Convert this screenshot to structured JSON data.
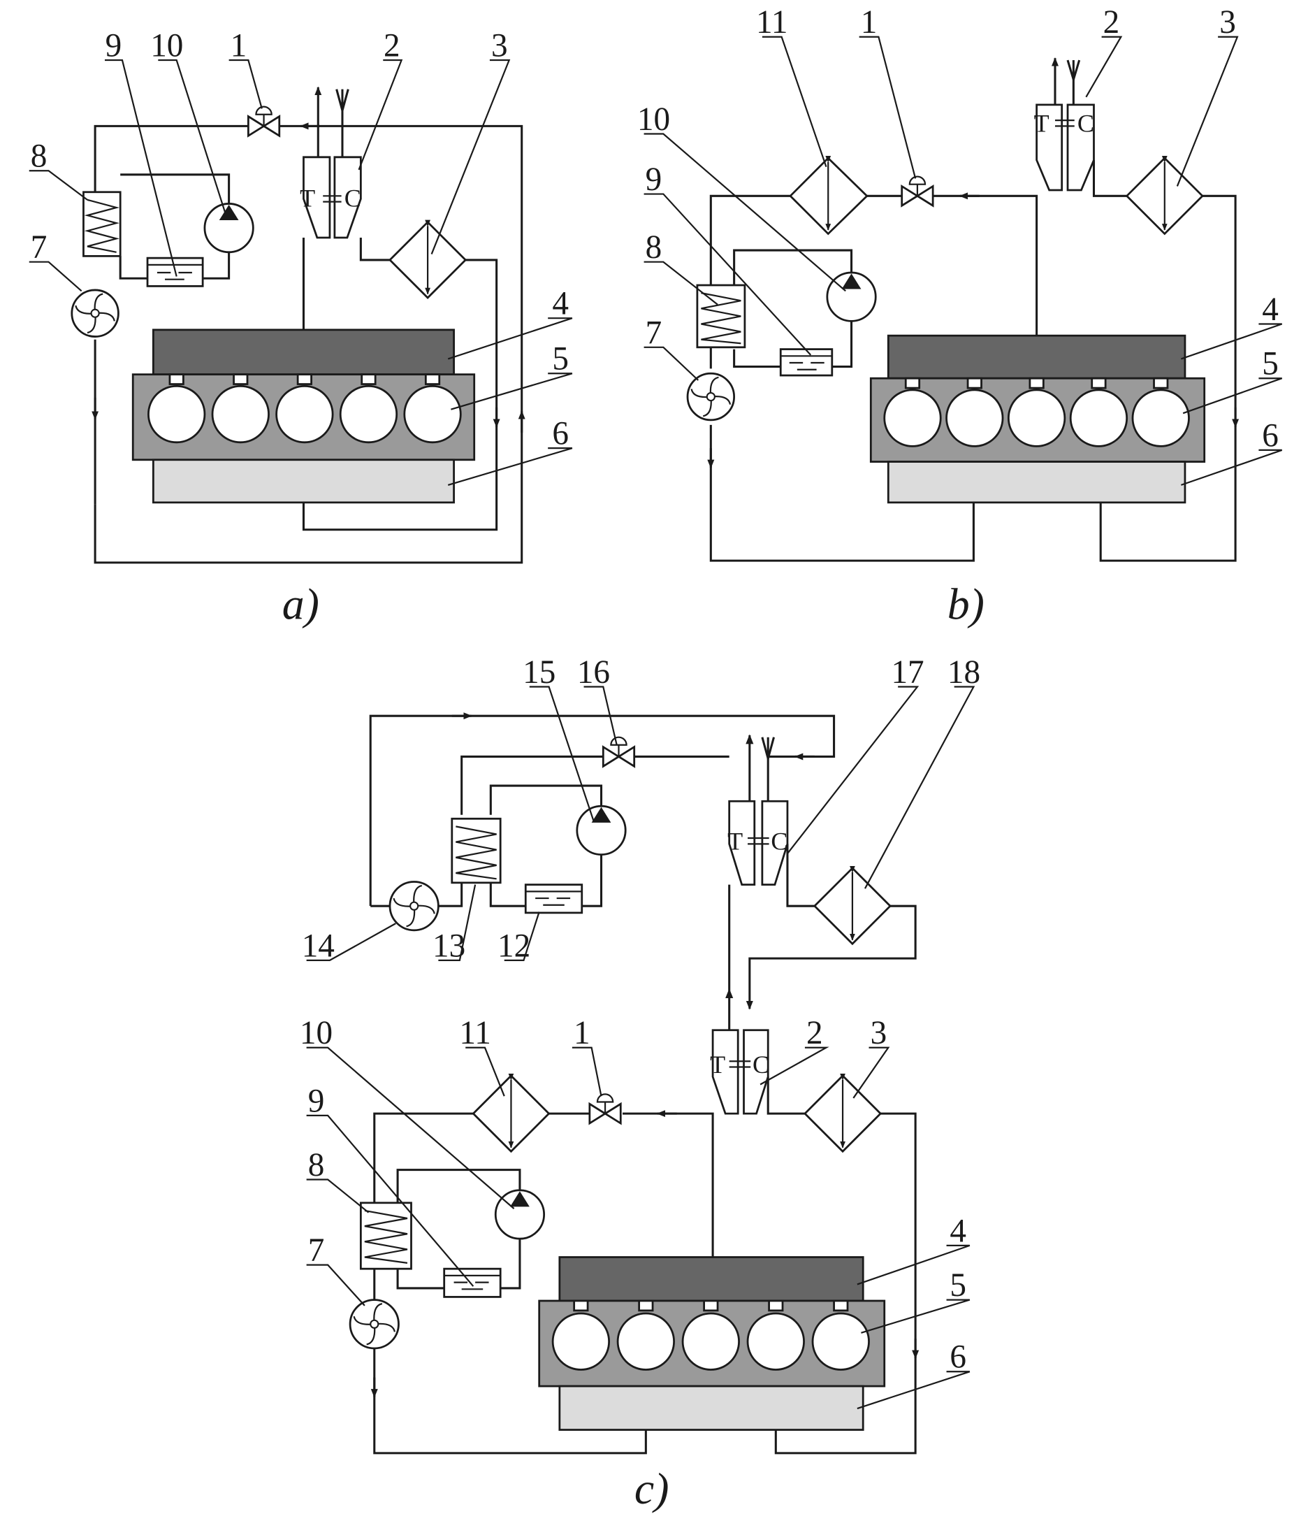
{
  "colors": {
    "line": "#1a1a1a",
    "intake_manifold": "#666666",
    "cylinder_block": "#9a9a9a",
    "crankcase": "#dcdcdc",
    "component_fill": "#ffffff"
  },
  "turbo_labels": {
    "turbine": "T",
    "compressor": "C"
  },
  "subfigure_labels": {
    "a": "a)",
    "b": "b)",
    "c": "c)"
  },
  "component_numbers": [
    "1",
    "2",
    "3",
    "4",
    "5",
    "6",
    "7",
    "8",
    "9",
    "10",
    "11",
    "12",
    "13",
    "14",
    "15",
    "16",
    "17",
    "18"
  ]
}
